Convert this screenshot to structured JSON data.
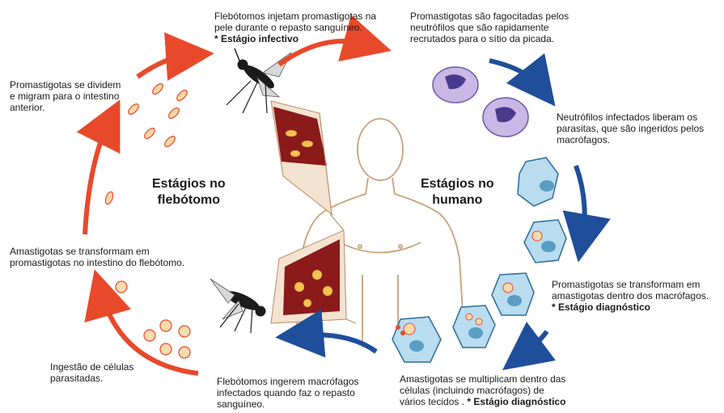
{
  "center": {
    "sandfly_stages": [
      "Estágios no",
      "flebótomo"
    ],
    "human_stages": [
      "Estágios no",
      "humano"
    ]
  },
  "steps": {
    "inject": {
      "lines": [
        "Flebótomos injetam promastigotas na",
        "pele durante  o repasto sanguíneo."
      ],
      "stage": "* Estágio infectivo"
    },
    "phagocytosed": {
      "lines": [
        "Promastigotas são fagocitadas pelos",
        "neutrófilos  que são rapidamente",
        "recrutados para o sítio da picada."
      ]
    },
    "neutrophils": {
      "lines": [
        "Neutrófilos infectados liberam os",
        "parasitas, que são ingeridos pelos",
        "macrófagos."
      ]
    },
    "transform_macrophage": {
      "lines": [
        "Promastigotas se transformam  em",
        "amastigotas dentro dos macrófagos."
      ],
      "stage": "* Estágio diagnóstico"
    },
    "multiply": {
      "lines": [
        "Amastigotas se multiplicam dentro das",
        "células  (incluindo macrófagos) de",
        "vários tecidos ."
      ],
      "stage": "* Estágio diagnóstico"
    },
    "ingest_macrophages": {
      "lines": [
        "Flebótomos ingerem macrófagos",
        "infectados quando faz o repasto",
        "sanguíneo."
      ]
    },
    "ingest_cells": {
      "lines": [
        "Ingestão de células",
        "parasitadas."
      ]
    },
    "amastigote_to_promastigote": {
      "lines": [
        "Amastigotas se transformam em",
        "promastigotas no intestino do flebótomo."
      ]
    },
    "divide_migrate": {
      "lines": [
        "Promastigotas se dividem",
        "e migram para o intestino",
        "anterior."
      ]
    }
  },
  "colors": {
    "sandfly_arrow": "#e8492b",
    "human_arrow": "#1f4e9a",
    "blood": "#8b1a1a",
    "macrophage": "#b9dcef",
    "neutrophil": "#c9b8e6",
    "skin": "#c8a27a"
  }
}
